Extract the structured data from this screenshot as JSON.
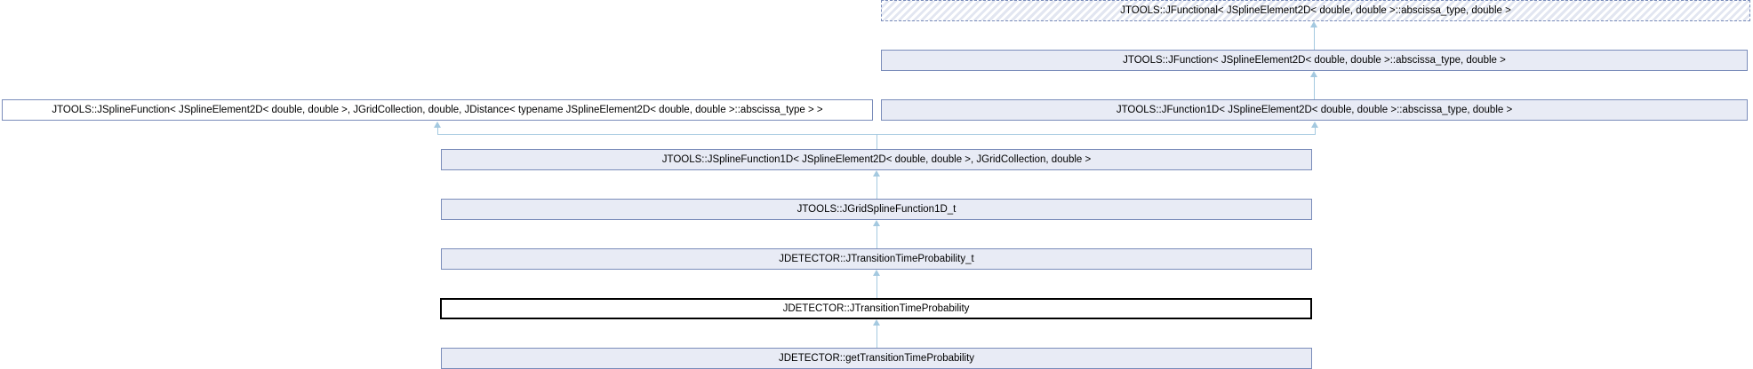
{
  "diagram": {
    "title": "Inheritance graph for JDETECTOR::JTransitionTimeProbability",
    "type": "class-inheritance-graph",
    "nodes": {
      "jfunctional": {
        "label": "JTOOLS::JFunctional< JSplineElement2D< double, double >::abscissa_type, double >",
        "style": "hatched-dashed"
      },
      "jfunction": {
        "label": "JTOOLS::JFunction< JSplineElement2D< double, double >::abscissa_type, double >",
        "style": "linked"
      },
      "jsplinefunction": {
        "label": "JTOOLS::JSplineFunction< JSplineElement2D< double, double >, JGridCollection, double, JDistance< typename JSplineElement2D< double, double >::abscissa_type > >",
        "style": "plain"
      },
      "jfunction1d": {
        "label": "JTOOLS::JFunction1D< JSplineElement2D< double, double >::abscissa_type, double >",
        "style": "linked"
      },
      "jsplinefunction1d": {
        "label": "JTOOLS::JSplineFunction1D< JSplineElement2D< double, double >, JGridCollection, double >",
        "style": "linked"
      },
      "jgridsplinefunction1d_t": {
        "label": "JTOOLS::JGridSplineFunction1D_t",
        "style": "linked"
      },
      "jtransitiontimeprobability_t": {
        "label": "JDETECTOR::JTransitionTimeProbability_t",
        "style": "linked"
      },
      "jtransitiontimeprobability": {
        "label": "JDETECTOR::JTransitionTimeProbability",
        "style": "focus"
      },
      "gettransitiontimeprobability": {
        "label": "JDETECTOR::getTransitionTimeProbability",
        "style": "linked"
      }
    },
    "edges": [
      {
        "from": "jfunction",
        "to": "jfunctional"
      },
      {
        "from": "jfunction1d",
        "to": "jfunction"
      },
      {
        "from": "jsplinefunction1d",
        "to": "jsplinefunction"
      },
      {
        "from": "jsplinefunction1d",
        "to": "jfunction1d"
      },
      {
        "from": "jgridsplinefunction1d_t",
        "to": "jsplinefunction1d"
      },
      {
        "from": "jtransitiontimeprobability_t",
        "to": "jgridsplinefunction1d_t"
      },
      {
        "from": "jtransitiontimeprobability",
        "to": "jtransitiontimeprobability_t"
      },
      {
        "from": "gettransitiontimeprobability",
        "to": "jtransitiontimeprobability"
      }
    ],
    "colors": {
      "edge": "#a4c9e0",
      "node_border": "#7a8cba",
      "node_fill": "#e8ebf5",
      "focus_border": "#000000",
      "background": "#ffffff"
    }
  }
}
